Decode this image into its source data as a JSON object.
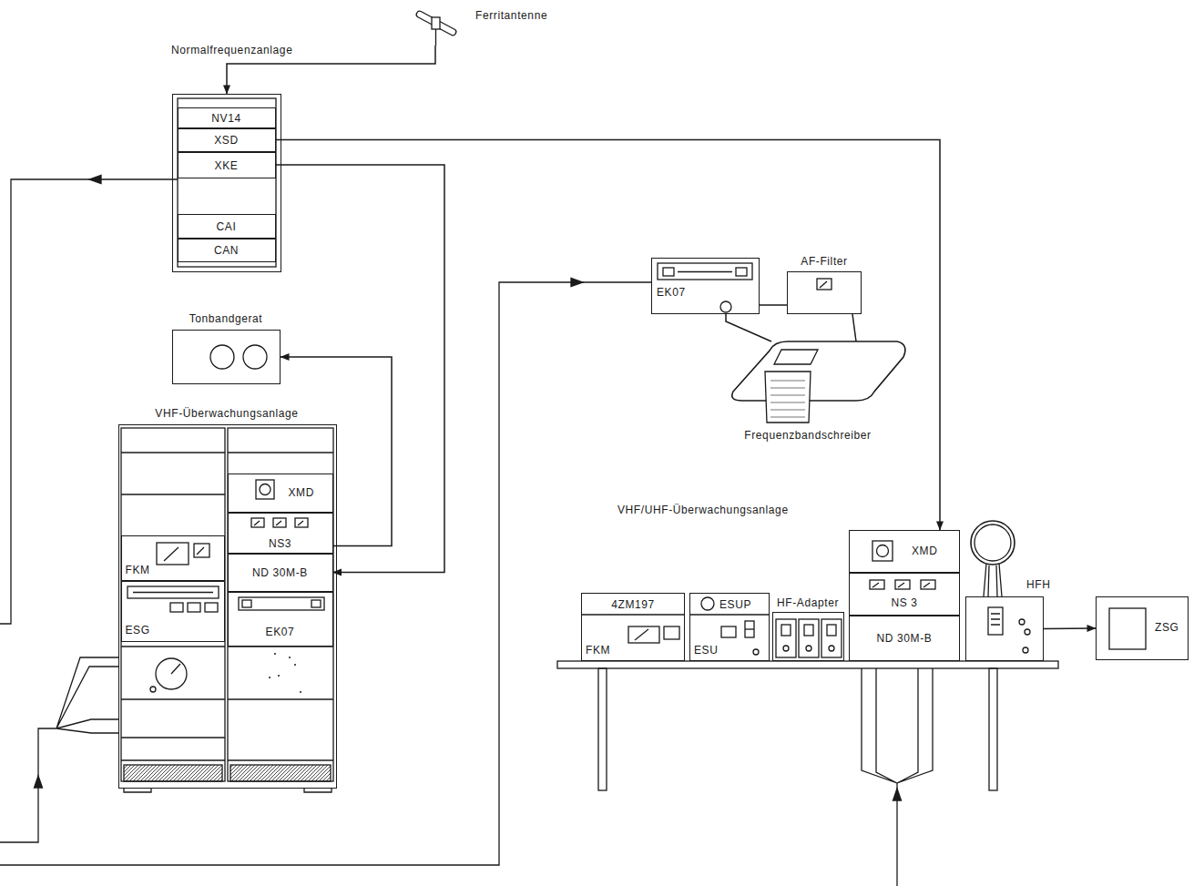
{
  "diagram": {
    "nodes": [
      {
        "text": [
          "Ferritantenne"
        ]
      },
      {
        "text": [
          "Normalfrequenzanlage"
        ]
      },
      {
        "text": [
          "NV14"
        ],
        "in": 1
      },
      {
        "text": [
          "XSD"
        ],
        "in": 1
      },
      {
        "text": [
          "XKE"
        ],
        "in": 1
      },
      {
        "text": [
          "CAI"
        ],
        "in": 1
      },
      {
        "text": [
          "CAN"
        ],
        "in": 1
      },
      {
        "text": [
          "EK07"
        ]
      },
      {
        "text": [
          "AF-Filter"
        ]
      },
      {
        "text": [
          "Frequenzbandschreiber"
        ]
      },
      {
        "text": [
          "Tonbandgerat"
        ]
      },
      {
        "text": [
          "VHF-Überwachungsanlage"
        ]
      },
      {
        "text": [
          "XMD"
        ],
        "in": 11
      },
      {
        "text": [
          "NS3"
        ],
        "in": 11
      },
      {
        "text": [
          "FKM"
        ],
        "in": 11
      },
      {
        "text": [
          "ND 30M-B"
        ],
        "in": 11
      },
      {
        "text": [
          "ESG"
        ],
        "in": 11
      },
      {
        "text": [
          "EK07"
        ],
        "in": 11
      },
      {
        "text": [
          "VHF/UHF-Überwachungsanlage"
        ]
      },
      {
        "text": [
          "4ZM197",
          "FKM"
        ],
        "in": 18
      },
      {
        "text": [
          "ESUP",
          "ESU"
        ],
        "in": 18
      },
      {
        "text": [
          "HF-Adapter"
        ],
        "in": 18
      },
      {
        "text": [
          "XMD"
        ],
        "in": 18
      },
      {
        "text": [
          "NS 3"
        ],
        "in": 18
      },
      {
        "text": [
          "ND 30M-B"
        ],
        "in": 18
      },
      {
        "text": [
          "HFH"
        ],
        "in": 18
      },
      {
        "text": [
          "ZSG"
        ]
      }
    ],
    "edges": [
      {
        "from": 0,
        "to": 1,
        "arrow": "to"
      },
      {
        "from": 3,
        "to": 22,
        "arrow": "to"
      },
      {
        "from": 4,
        "to": 15,
        "arrow": "to"
      },
      {
        "from": 13,
        "to": 10,
        "arrow": "to"
      },
      {
        "from": 7,
        "to": 8,
        "arrow": "none"
      },
      {
        "from": 8,
        "to": 9,
        "arrow": "none"
      },
      {
        "from": 7,
        "to": 9,
        "arrow": "none"
      },
      {
        "from": 25,
        "to": 26,
        "arrow": "to"
      }
    ]
  }
}
